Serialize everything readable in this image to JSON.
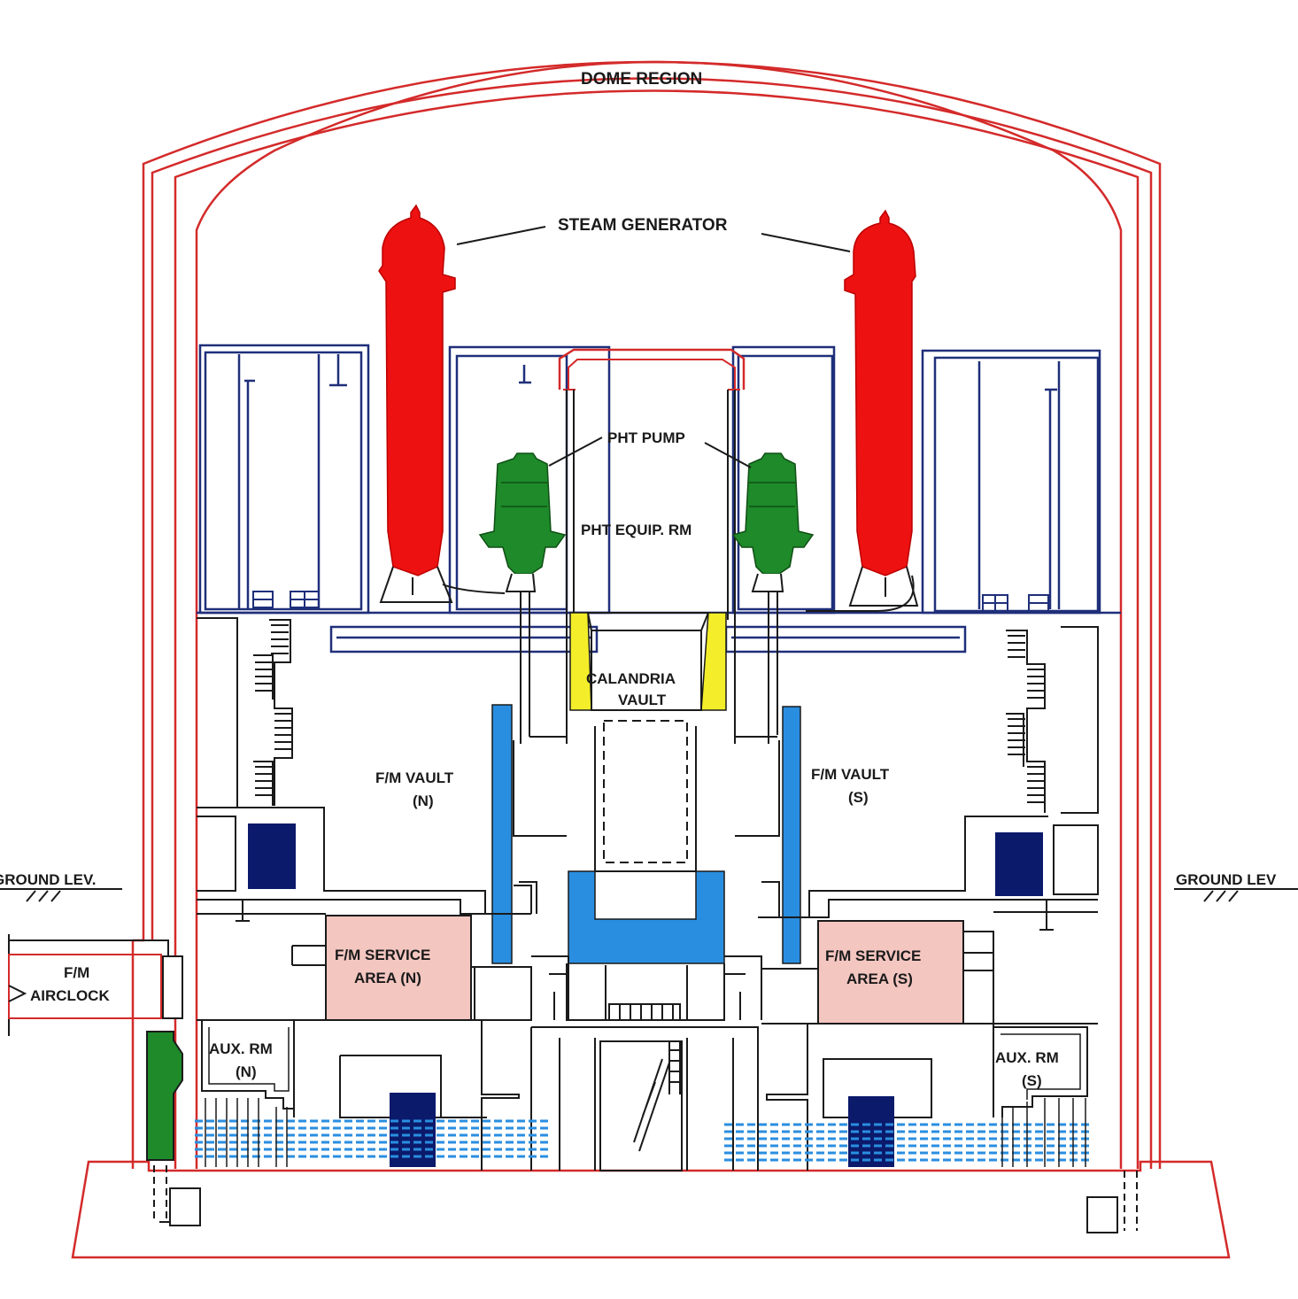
{
  "labels": {
    "dome_region": "DOME REGION",
    "steam_generator": "STEAM GENERATOR",
    "pht_pump": "PHT PUMP",
    "pht_equip_rm": "PHT EQUIP. RM",
    "calandria_vault_1": "CALANDRIA",
    "calandria_vault_2": "VAULT",
    "fm_vault_n_1": "F/M VAULT",
    "fm_vault_n_2": "(N)",
    "fm_vault_s_1": "F/M VAULT",
    "fm_vault_s_2": "(S)",
    "ground_level_left": "GROUND LEV.",
    "ground_level_right": "GROUND LEV",
    "fm_airclock_1": "F/M",
    "fm_airclock_2": "AIRCLOCK",
    "fm_service_n_1": "F/M SERVICE",
    "fm_service_n_2": "AREA (N)",
    "fm_service_s_1": "F/M SERVICE",
    "fm_service_s_2": "AREA (S)",
    "aux_rm_n_1": "AUX. RM",
    "aux_rm_n_2": "(N)",
    "aux_rm_s_1": "AUX. RM",
    "aux_rm_s_2": "(S)"
  },
  "colors": {
    "containment": "#d42a2a",
    "structure": "#1f2f7a",
    "steam_generator": "#ee1111",
    "pht_pump": "#1e8a2a",
    "calandria": "#f4ee2a",
    "water": "#2a8ee0",
    "service_area": "#f4c6c0",
    "door": "#0b1a6b",
    "outline": "#1a1a1a"
  }
}
